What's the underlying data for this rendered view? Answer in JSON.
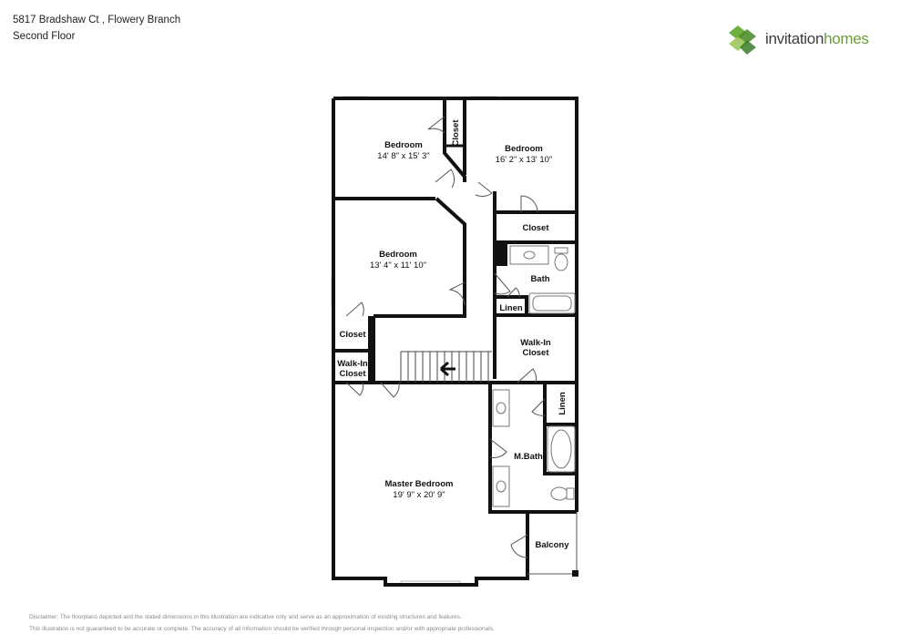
{
  "header": {
    "address": "5817 Bradshaw Ct , Flowery Branch",
    "floor": "Second Floor"
  },
  "logo": {
    "word1": "invitation",
    "word2": "homes",
    "colors": [
      "#6fae3f",
      "#4f8f2d",
      "#9cc85a",
      "#3b7b2a"
    ]
  },
  "rooms": {
    "bedroom_top_left": {
      "name": "Bedroom",
      "dims": "14' 8\" x 15' 3\""
    },
    "bedroom_top_right": {
      "name": "Bedroom",
      "dims": "16' 2\" x 13' 10\""
    },
    "bedroom_middle": {
      "name": "Bedroom",
      "dims": "13' 4\" x 11' 10\""
    },
    "master_bedroom": {
      "name": "Master Bedroom",
      "dims": "19' 9\" x 20' 9\""
    },
    "closet_top": "Closet",
    "closet_right": "Closet",
    "closet_left": "Closet",
    "bath": "Bath",
    "linen_bath": "Linen",
    "walkin_right_1": "Walk-In",
    "walkin_right_2": "Closet",
    "walkin_left_1": "Walk-In",
    "walkin_left_2": "Closet",
    "linen_master": "Linen",
    "master_bath": "M.Bath",
    "balcony": "Balcony"
  },
  "disclaimer": {
    "line1": "Disclaimer: The floorplans depicted and the stated dimensions in this illustration are indicative only and serve as an approximation of existing structures and features.",
    "line2": "This illustration is not guaranteed to be accurate or complete. The accuracy of all information should be verified through personal inspection and/or with appropriate professionals."
  }
}
